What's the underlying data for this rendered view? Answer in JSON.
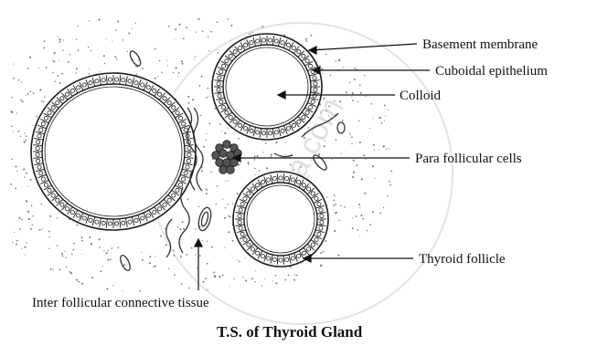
{
  "labels": {
    "basement_membrane": "Basement membrane",
    "cuboidal_epithelium": "Cuboidal epithelium",
    "colloid": "Colloid",
    "para_follicular_cells": "Para follicular cells",
    "thyroid_follicle": "Thyroid follicle",
    "inter_follicular_tissue": "Inter follicular connective tissue"
  },
  "caption": "T.S. of Thyroid Gland",
  "watermark": "shaalaa.com",
  "colors": {
    "ink": "#1a1a1a",
    "background": "#ffffff",
    "stipple": "#777777",
    "watermark": "#c8c8c8"
  }
}
